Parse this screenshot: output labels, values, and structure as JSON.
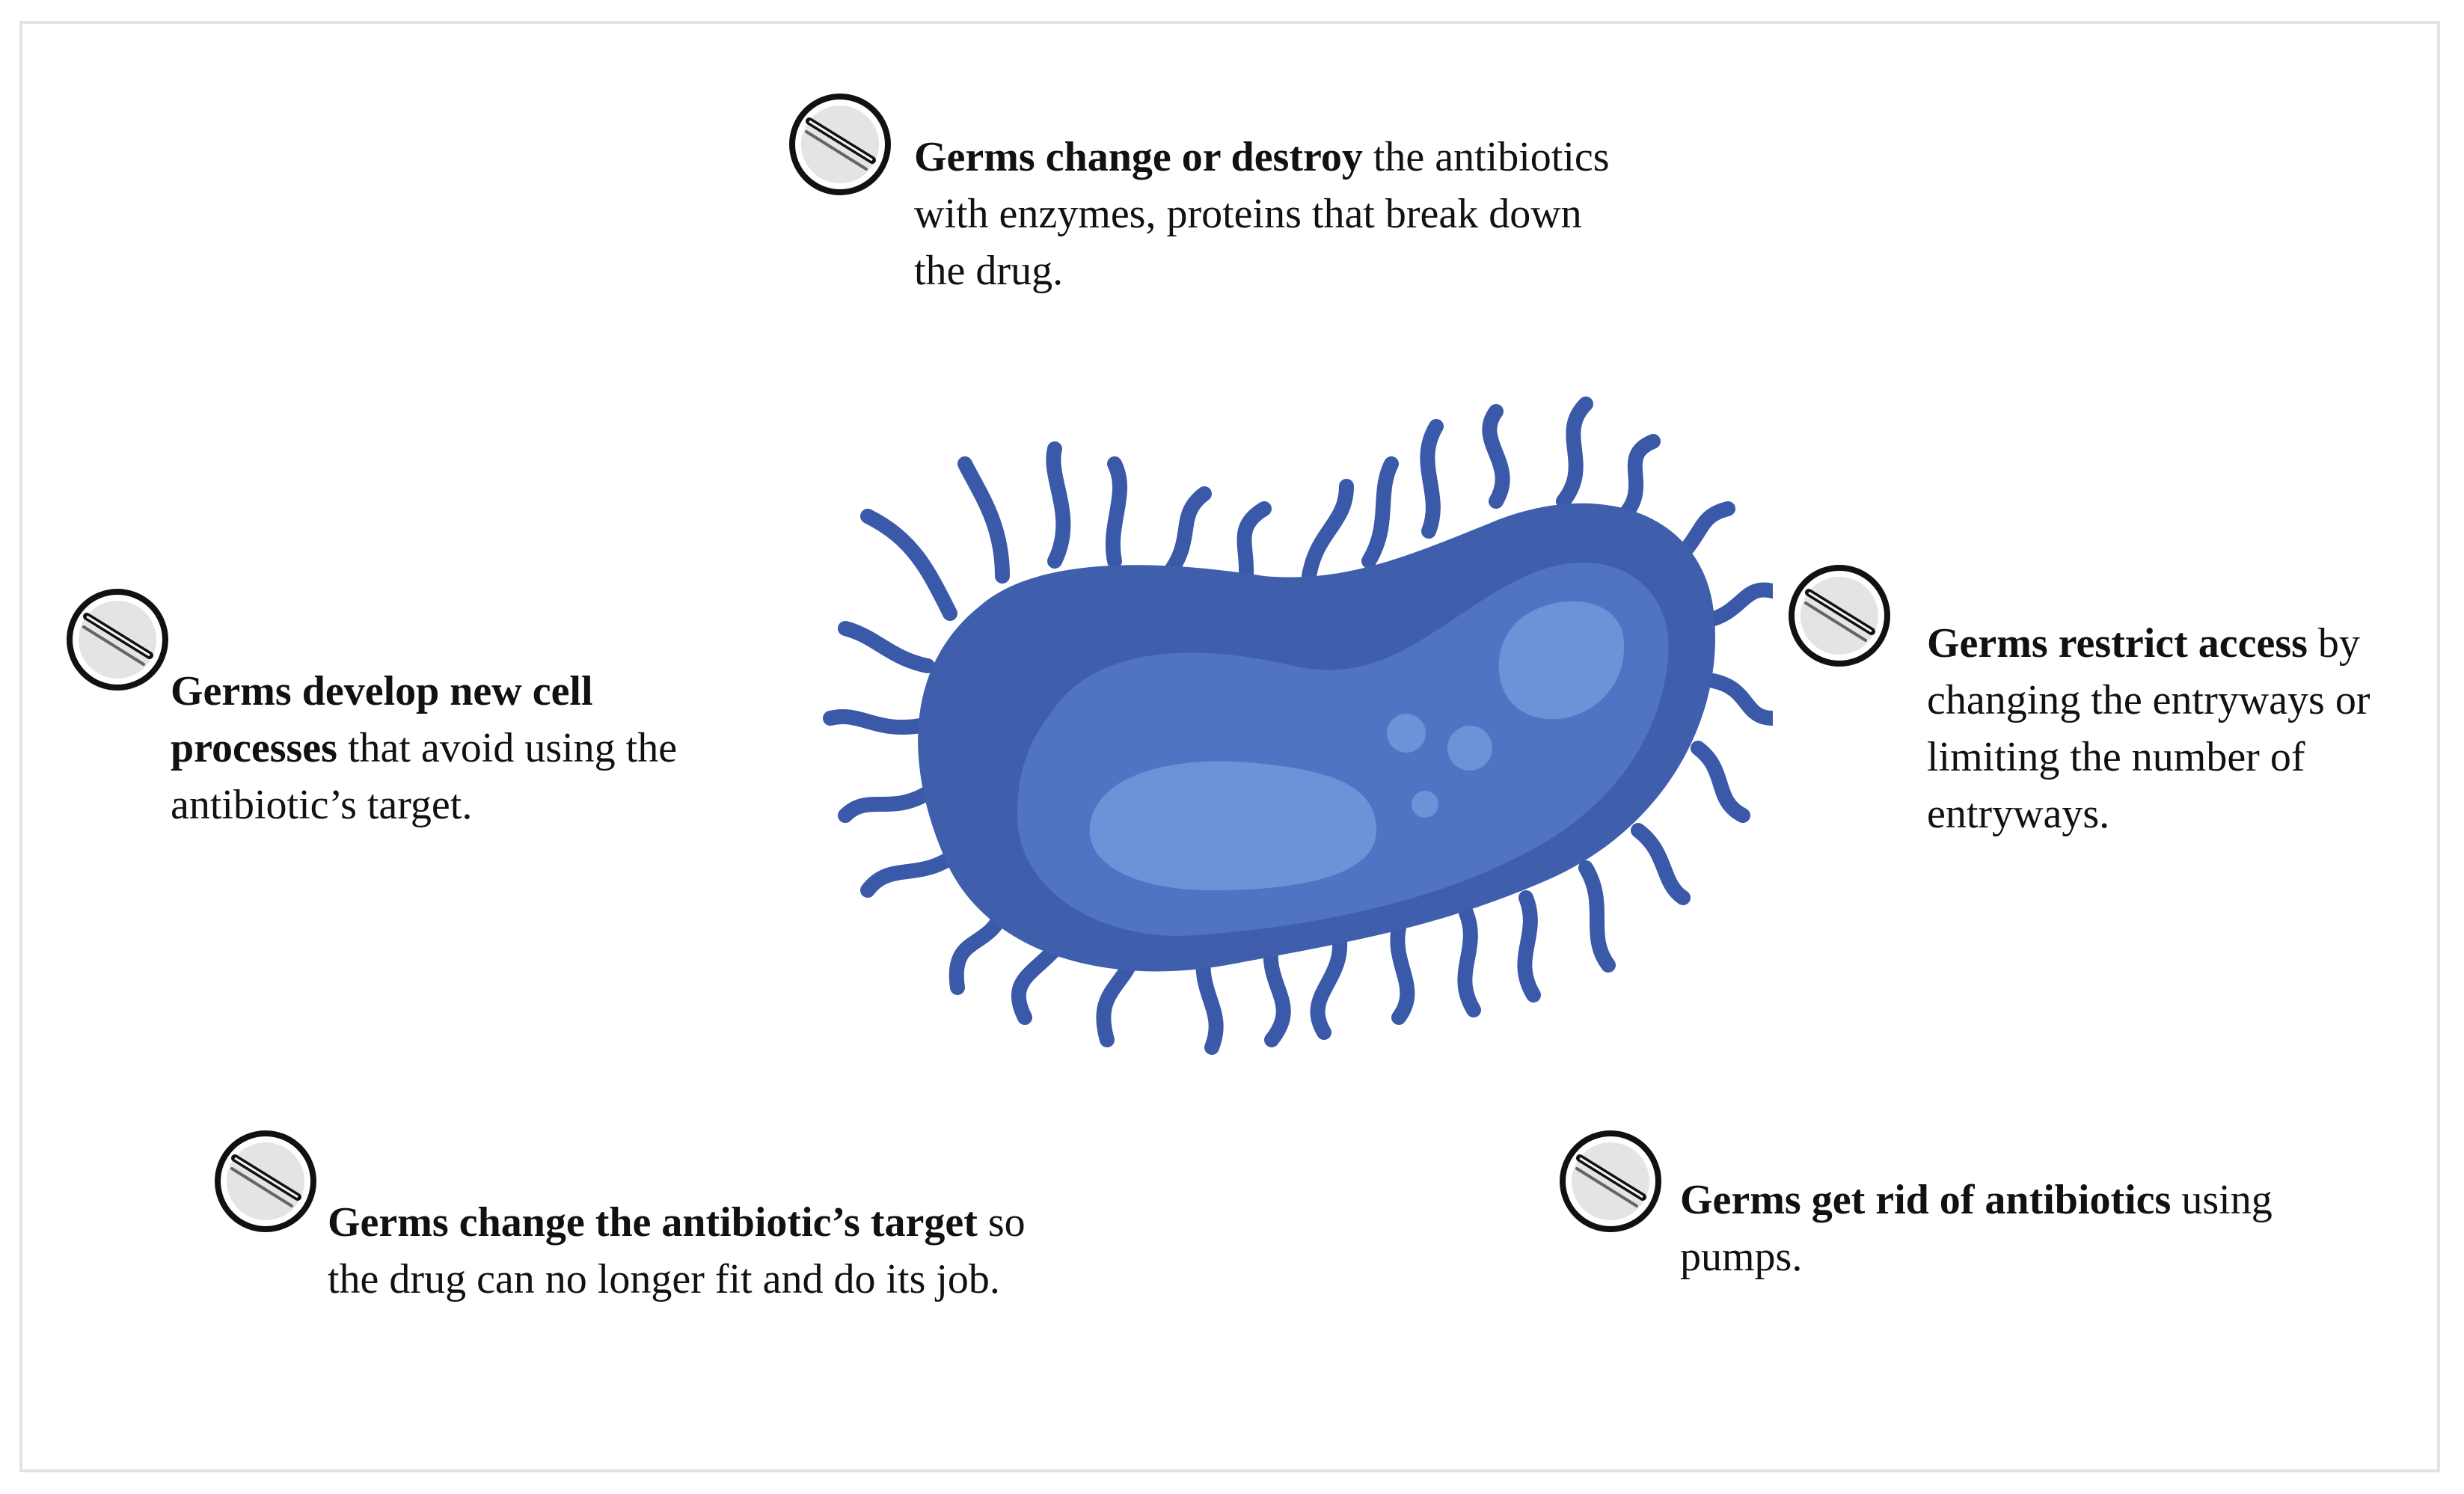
{
  "mechanisms": [
    {
      "id": "destroy",
      "bold": "Germs change or destroy",
      "rest": " the antibiotics with enzymes, proteins that break down the drug."
    },
    {
      "id": "new-process",
      "bold": "Germs develop new cell processes",
      "rest": " that avoid using the antibiotic’s target."
    },
    {
      "id": "restrict",
      "bold": "Germs restrict access",
      "rest": " by changing  the entryways or limiting the number of entryways."
    },
    {
      "id": "target",
      "bold": "Germs change the antibiotic’s target",
      "rest": " so the drug can no longer fit and do its job."
    },
    {
      "id": "pumps",
      "bold": "Germs get rid of antibiotics",
      "rest": " using pumps."
    }
  ],
  "colors": {
    "bacterium_outline": "#3C5BA8",
    "bacterium_body": "#4B6DBE",
    "bacterium_inner": "#5A7ECB",
    "bacterium_highlight": "#7097DA",
    "flagella": "#3A59A8",
    "pill_fill": "#E6E6E6",
    "pill_stroke": "#111111"
  }
}
